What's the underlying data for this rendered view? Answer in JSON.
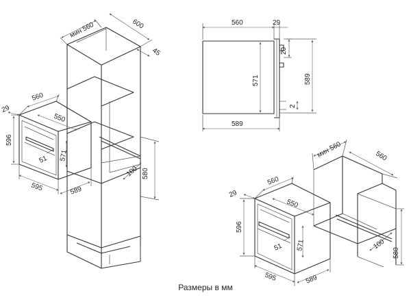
{
  "caption": "Размеры в мм",
  "tall_cabinet": {
    "width": "мин 560",
    "depth": "600",
    "back": "45",
    "oven_top": "560",
    "oven_inner": "550",
    "oven_height": "596",
    "gap": "29",
    "oven_width": "595",
    "oven_depth": "589",
    "door_side": "571",
    "handle": "51",
    "niche_height": "580",
    "vent": "100"
  },
  "side_view": {
    "top_depth": "560",
    "top_offset": "29",
    "height_inner": "571",
    "height_total": "589",
    "handle_top": "20",
    "handle_bottom": "2",
    "bottom_depth": "589"
  },
  "under_counter": {
    "width": "мин 560",
    "depth": "560",
    "oven_top": "560",
    "oven_inner": "550",
    "oven_height": "596",
    "gap": "29",
    "oven_width": "595",
    "oven_depth": "589",
    "door_side": "571",
    "handle": "51",
    "niche_height": "580",
    "vent": "100"
  }
}
